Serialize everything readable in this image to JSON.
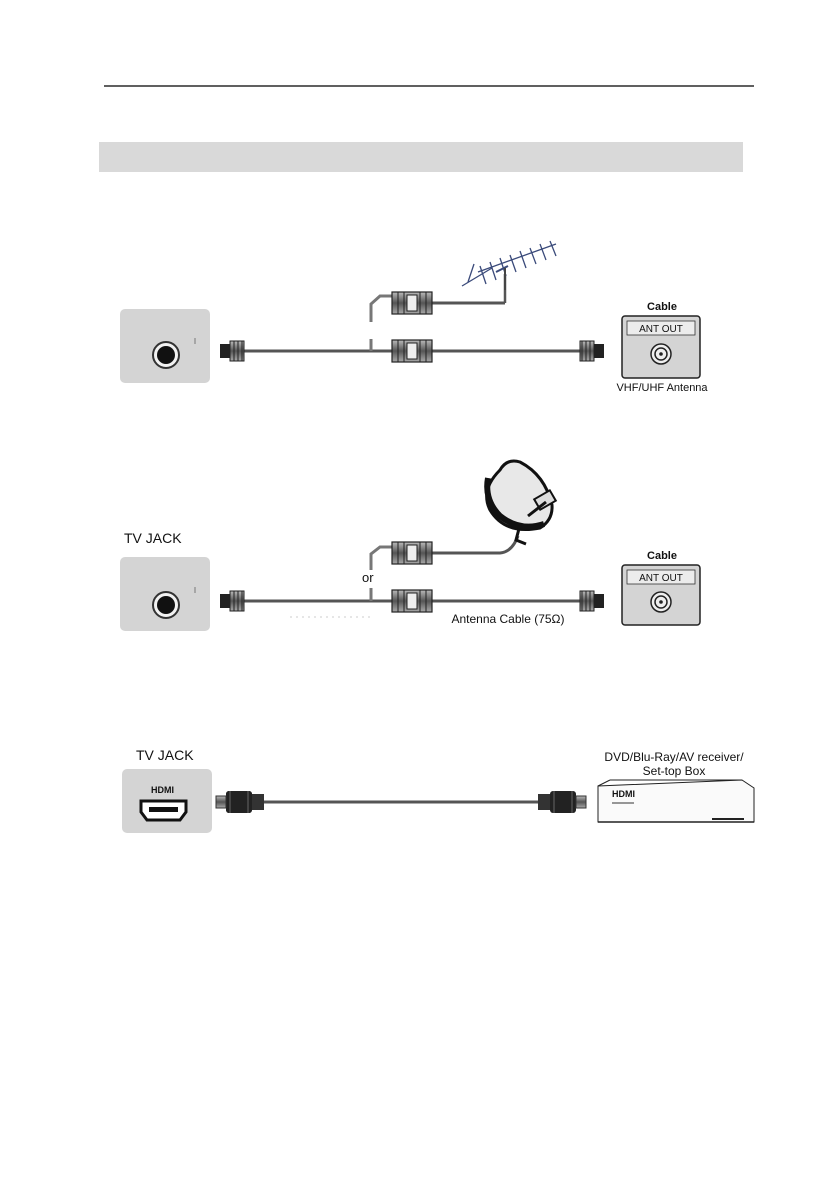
{
  "header": {
    "page_number": "",
    "section_bar_text": ""
  },
  "diagram1": {
    "cable_label": "Cable",
    "port_label": "ANT OUT",
    "antenna_label": "VHF/UHF Antenna"
  },
  "diagram2": {
    "tv_jack_label": "TV JACK",
    "or_label": "or",
    "cable_label": "Cable",
    "port_label": "ANT OUT",
    "cable_desc": "Antenna Cable (75Ω)"
  },
  "diagram3": {
    "tv_jack_label": "TV JACK",
    "hdmi_port_label": "HDMI",
    "device_label_line1": "DVD/Blu-Ray/AV receiver/",
    "device_label_line2": "Set-top Box",
    "device_hdmi_label": "HDMI"
  }
}
